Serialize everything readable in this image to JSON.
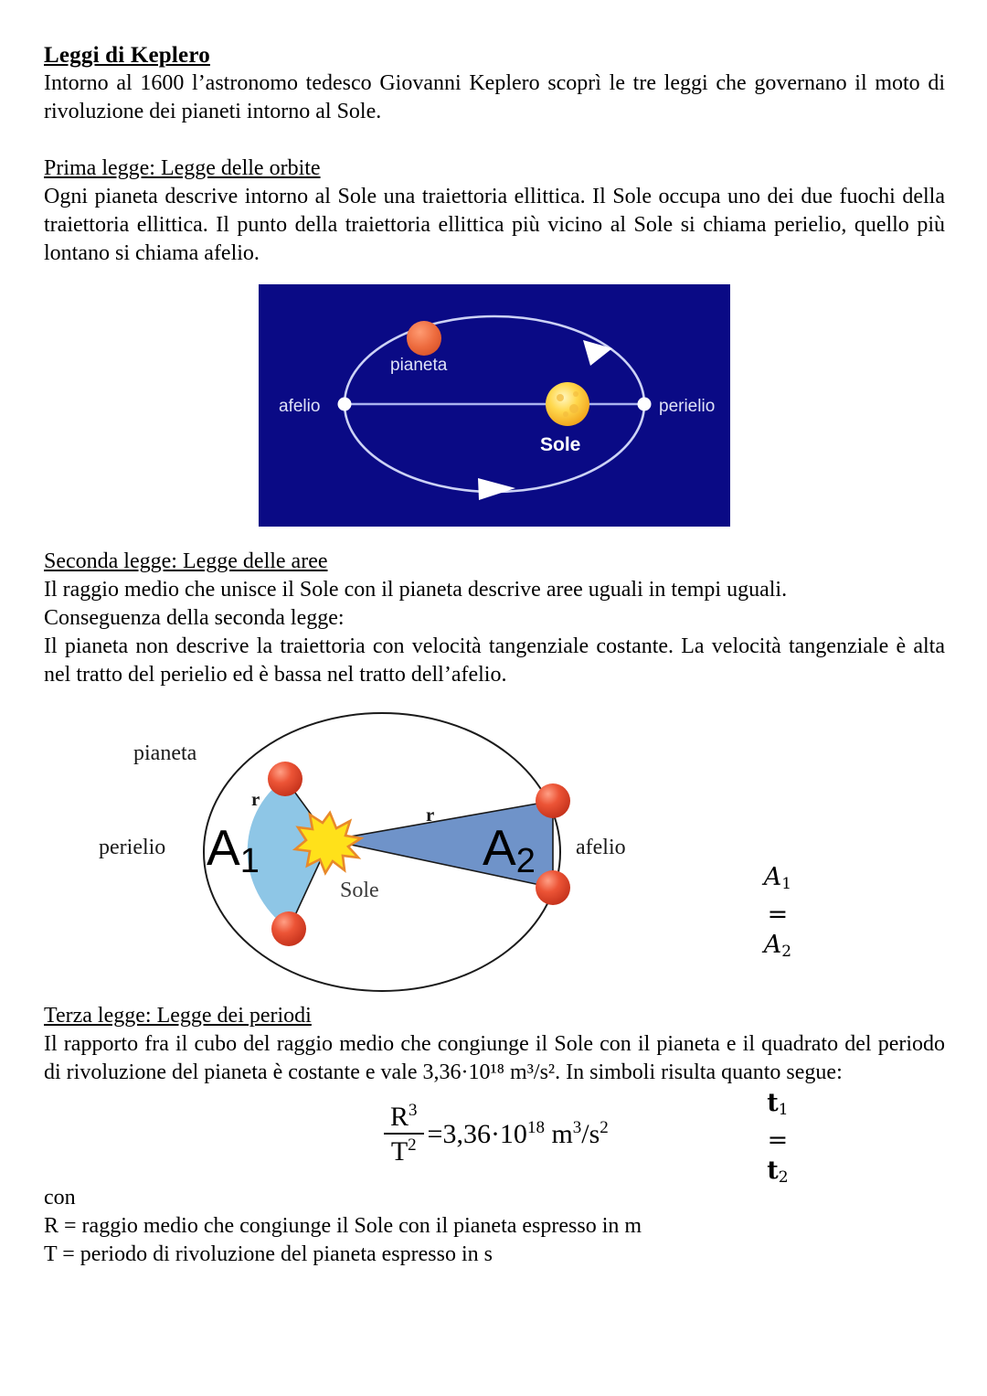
{
  "document": {
    "title": "Leggi di Keplero",
    "intro": "Intorno al 1600 l’astronomo tedesco Giovanni Keplero scoprì le tre leggi che governano il moto di rivoluzione dei pianeti intorno al Sole.",
    "laws": [
      {
        "heading": "Prima legge: Legge delle orbite",
        "body": "Ogni pianeta descrive intorno al Sole una traiettoria ellittica. Il Sole occupa uno dei due fuochi della traiettoria ellittica. Il punto della traiettoria ellittica più vicino al Sole si chiama perielio, quello più lontano si chiama afelio."
      },
      {
        "heading": "Seconda legge: Legge delle aree",
        "body_line_1": "Il raggio medio che unisce il Sole con il pianeta descrive aree uguali in tempi uguali.",
        "body_line_2": "Conseguenza della seconda legge:",
        "body_line_3": "Il pianeta non descrive la traiettoria con velocità tangenziale costante. La velocità tangenziale è alta nel tratto del perielio ed è bassa nel tratto dell’afelio."
      },
      {
        "heading": "Terza legge: Legge dei periodi",
        "body": "Il rapporto fra il cubo del raggio medio che congiunge il Sole con il pianeta e il quadrato del periodo di rivoluzione del pianeta è costante e vale 3,36·10¹⁸ m³/s². In simboli risulta quanto segue:"
      }
    ],
    "legend": {
      "con": "con",
      "r_def": "R = raggio medio che congiunge il Sole con il pianeta espresso in m",
      "t_def": "T = periodo di rivoluzione del pianeta espresso in s"
    }
  },
  "figure_orbit": {
    "background_color": "#0a0a85",
    "labels": {
      "afelio": "afelio",
      "perielio": "perielio",
      "pianeta": "pianeta",
      "sole": "Sole"
    },
    "colors": {
      "orbit_line": "#c8cef2",
      "sun": "#ffc83c",
      "planet": "#e8663c",
      "label_text": "#dfe2f7",
      "focus_point": "#ffffff"
    }
  },
  "figure_areas": {
    "labels": {
      "pianeta": "pianeta",
      "perielio": "perielio",
      "afelio": "afelio",
      "sole": "Sole",
      "radius_left": "r",
      "radius_right": "r",
      "area_1": "A",
      "area_1_sub": "1",
      "area_2": "A",
      "area_2_sub": "2"
    },
    "colors": {
      "area_1_fill": "#8ec6e6",
      "area_2_fill": "#6f93c9",
      "planet": "#e2503c",
      "sun": "#ffe11a",
      "sun_outline": "#e8892a",
      "orbit_line": "#1a1a1a"
    }
  },
  "equations": {
    "areas": {
      "line1_lhs": "A",
      "line1_lhs_sub": "1",
      "line1_op": "=",
      "line1_rhs": "A",
      "line1_rhs_sub": "2",
      "line2_lhs": "t",
      "line2_lhs_sub": "1",
      "line2_op": "=",
      "line2_rhs": "t",
      "line2_rhs_sub": "2"
    },
    "third_law": {
      "numerator": "R",
      "numerator_exp": "3",
      "denominator": "T",
      "denominator_exp": "2",
      "equals": "=",
      "value": "3,36·10",
      "value_exp": "18",
      "units_m": "m",
      "units_m_exp": "3",
      "units_slash": "/s",
      "units_s_exp": "2"
    }
  }
}
